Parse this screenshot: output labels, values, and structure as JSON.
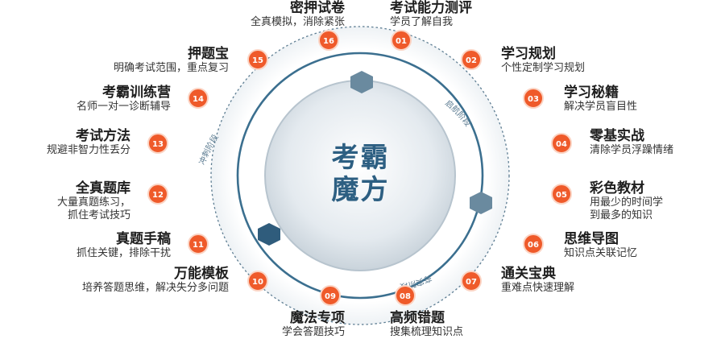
{
  "center": {
    "line1": "考霸",
    "line2": "魔方"
  },
  "arc_labels": {
    "right": "启航阶段",
    "left": "冲刺阶段",
    "bottom": "夯实阶段"
  },
  "colors": {
    "accent": "#ef5a2a",
    "ring": "#3b6f8f",
    "hexagon": "#5e7f95",
    "center_text": "#2d5f82"
  },
  "items": [
    {
      "num": "01",
      "title": "考试能力测评",
      "desc": [
        "学员了解自我"
      ]
    },
    {
      "num": "02",
      "title": "学习规划",
      "desc": [
        "个性定制学习规划"
      ]
    },
    {
      "num": "03",
      "title": "学习秘籍",
      "desc": [
        "解决学员盲目性"
      ]
    },
    {
      "num": "04",
      "title": "零基实战",
      "desc": [
        "清除学员浮躁情绪"
      ]
    },
    {
      "num": "05",
      "title": "彩色教材",
      "desc": [
        "用最少的时间学",
        "到最多的知识"
      ]
    },
    {
      "num": "06",
      "title": "思维导图",
      "desc": [
        "知识点关联记忆"
      ]
    },
    {
      "num": "07",
      "title": "通关宝典",
      "desc": [
        "重难点快速理解"
      ]
    },
    {
      "num": "08",
      "title": "高频错题",
      "desc": [
        "搜集梳理知识点"
      ]
    },
    {
      "num": "09",
      "title": "魔法专项",
      "desc": [
        "学会答题技巧"
      ]
    },
    {
      "num": "10",
      "title": "万能模板",
      "desc": [
        "培养答题思维，解决失分多问题"
      ]
    },
    {
      "num": "11",
      "title": "真题手稿",
      "desc": [
        "抓住关键，排除干扰"
      ]
    },
    {
      "num": "12",
      "title": "全真题库",
      "desc": [
        "大量真题练习，",
        "抓住考试技巧"
      ]
    },
    {
      "num": "13",
      "title": "考试方法",
      "desc": [
        "规避非智力性丢分"
      ]
    },
    {
      "num": "14",
      "title": "考霸训练营",
      "desc": [
        "名师一对一诊断辅导"
      ]
    },
    {
      "num": "15",
      "title": "押题宝",
      "desc": [
        "明确考试范围，重点复习"
      ]
    },
    {
      "num": "16",
      "title": "密押试卷",
      "desc": [
        "全真模拟，消除紧张"
      ]
    }
  ]
}
